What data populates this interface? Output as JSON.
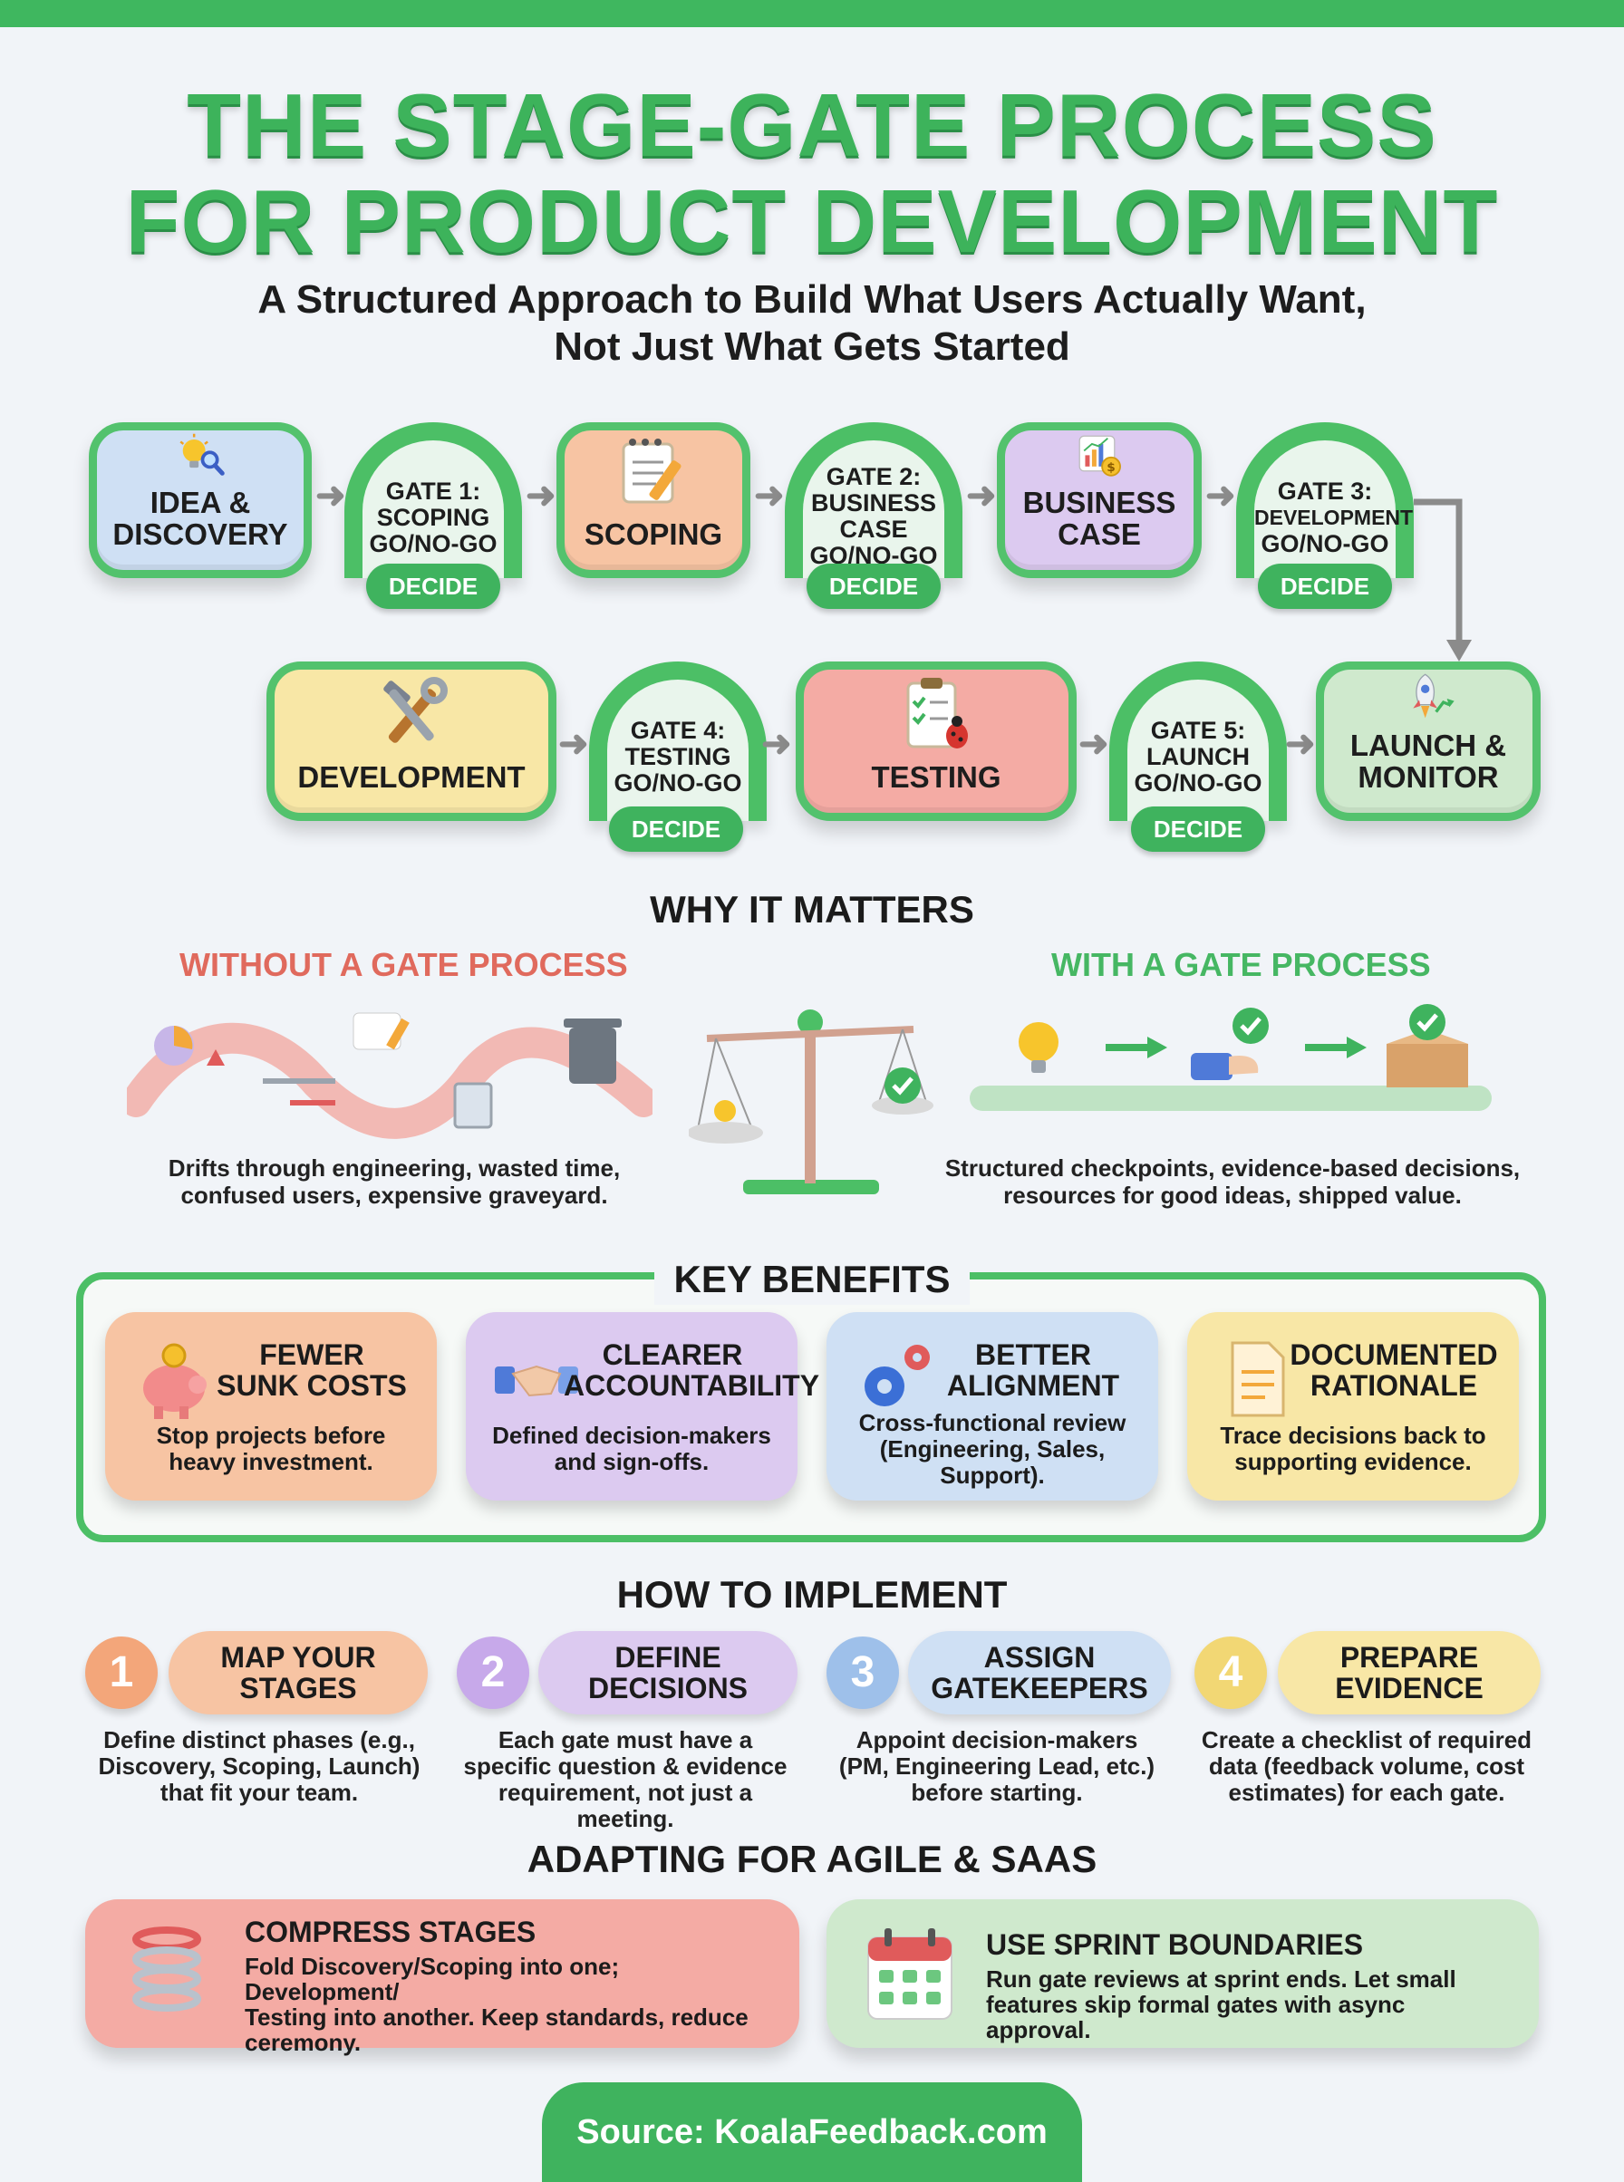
{
  "title": {
    "line1": "THE STAGE-GATE PROCESS",
    "line2": "FOR PRODUCT DEVELOPMENT"
  },
  "subtitle": {
    "line1": "A Structured Approach to Build What Users Actually Want,",
    "line2": "Not Just What Gets Started"
  },
  "process": {
    "stages": [
      {
        "line1": "IDEA &",
        "line2": "DISCOVERY",
        "icon": "lightbulb-magnifier-icon"
      },
      {
        "line1": "SCOPING",
        "line2": "",
        "icon": "notepad-pencil-icon"
      },
      {
        "line1": "BUSINESS",
        "line2": "CASE",
        "icon": "chart-money-icon"
      },
      {
        "line1": "DEVELOPMENT",
        "line2": "",
        "icon": "hammer-wrench-icon"
      },
      {
        "line1": "TESTING",
        "line2": "",
        "icon": "checklist-bug-icon"
      },
      {
        "line1": "LAUNCH &",
        "line2": "MONITOR",
        "icon": "rocket-icon"
      }
    ],
    "gates": [
      {
        "l1": "GATE 1:",
        "l2": "SCOPING",
        "l3": "GO/NO-GO",
        "l4": ""
      },
      {
        "l1": "GATE 2:",
        "l2": "BUSINESS",
        "l3": "CASE",
        "l4": "GO/NO-GO"
      },
      {
        "l1": "GATE 3:",
        "l2": "DEVELOPMENT",
        "l3": "GO/NO-GO",
        "l4": ""
      },
      {
        "l1": "GATE 4:",
        "l2": "TESTING",
        "l3": "GO/NO-GO",
        "l4": ""
      },
      {
        "l1": "GATE 5:",
        "l2": "LAUNCH",
        "l3": "GO/NO-GO",
        "l4": ""
      }
    ],
    "decide_label": "DECIDE"
  },
  "why": {
    "heading": "WHY IT MATTERS",
    "without_title": "WITHOUT A GATE PROCESS",
    "without_line1": "Drifts through engineering, wasted time,",
    "without_line2": "confused users, expensive graveyard.",
    "with_title": "WITH A GATE PROCESS",
    "with_line1": "Structured checkpoints, evidence-based decisions,",
    "with_line2": "resources for good ideas, shipped value."
  },
  "benefits": {
    "heading": "KEY BENEFITS",
    "cards": [
      {
        "t1": "FEWER",
        "t2": "SUNK COSTS",
        "d1": "Stop projects before",
        "d2": "heavy investment.",
        "d3": "",
        "icon": "piggy-bank-icon"
      },
      {
        "t1": "CLEARER",
        "t2": "ACCOUNTABILITY",
        "d1": "Defined decision-makers",
        "d2": "and sign-offs.",
        "d3": "",
        "icon": "handshake-icon"
      },
      {
        "t1": "BETTER",
        "t2": "ALIGNMENT",
        "d1": "Cross-functional review",
        "d2": "(Engineering, Sales,",
        "d3": "Support).",
        "icon": "gears-icon"
      },
      {
        "t1": "DOCUMENTED",
        "t2": "RATIONALE",
        "d1": "Trace decisions back to",
        "d2": "supporting evidence.",
        "d3": "",
        "icon": "document-icon"
      }
    ]
  },
  "implement": {
    "heading": "HOW TO IMPLEMENT",
    "steps": [
      {
        "num": "1",
        "t1": "MAP YOUR",
        "t2": "STAGES",
        "d1": "Define distinct phases (e.g.,",
        "d2": "Discovery, Scoping, Launch)",
        "d3": "that fit your team."
      },
      {
        "num": "2",
        "t1": "DEFINE",
        "t2": "DECISIONS",
        "d1": "Each gate must have a",
        "d2": "specific question & evidence",
        "d3": "requirement, not just a meeting."
      },
      {
        "num": "3",
        "t1": "ASSIGN",
        "t2": "GATEKEEPERS",
        "d1": "Appoint decision-makers",
        "d2": "(PM, Engineering Lead, etc.)",
        "d3": "before starting."
      },
      {
        "num": "4",
        "t1": "PREPARE",
        "t2": "EVIDENCE",
        "d1": "Create a checklist of required",
        "d2": "data (feedback volume, cost",
        "d3": "estimates) for each gate."
      }
    ]
  },
  "adapting": {
    "heading": "ADAPTING FOR AGILE & SAAS",
    "compress": {
      "title": "COMPRESS STAGES",
      "d1": "Fold Discovery/Scoping into one; Development/",
      "d2": "Testing into another. Keep standards, reduce",
      "d3": "ceremony.",
      "icon": "spring-icon"
    },
    "sprint": {
      "title": "USE SPRINT BOUNDARIES",
      "d1": "Run gate reviews at sprint ends. Let small",
      "d2": "features skip formal gates with async approval.",
      "icon": "calendar-icon"
    }
  },
  "source": "Source: KoalaFeedback.com"
}
